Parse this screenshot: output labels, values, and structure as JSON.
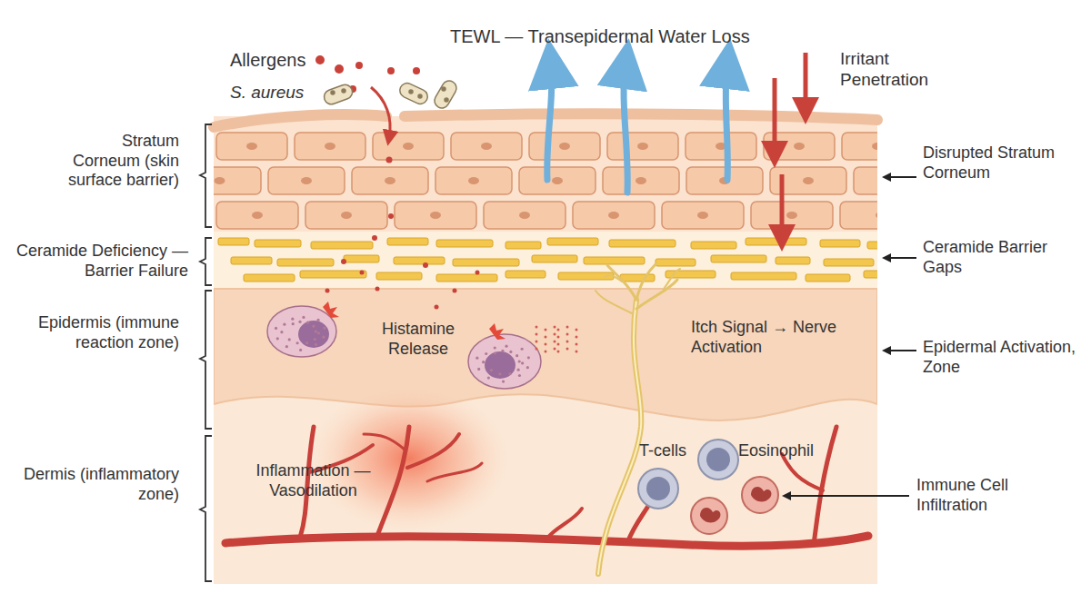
{
  "diagram": {
    "labels": [
      "Allergens",
      "S. aureus",
      "TEWL — Transepidermal Water Loss",
      "Irritant Penetration",
      "Stratum Corneum (skin surface barrier)",
      "Disrupted Stratum Corneum",
      "Ceramide Deficiency — Barrier Failure",
      "Ceramide Barrier Gaps",
      "Histamine Release",
      "Itch Signal → Nerve Activation",
      "Epidermis (immune reaction zone)",
      "Epidermal Activation, Zone",
      "Inflammation — Vasodilation",
      "T-cells",
      "Eosinophil",
      "Dermis (inflammatory zone)",
      "Immune Cell Infiltration"
    ]
  }
}
